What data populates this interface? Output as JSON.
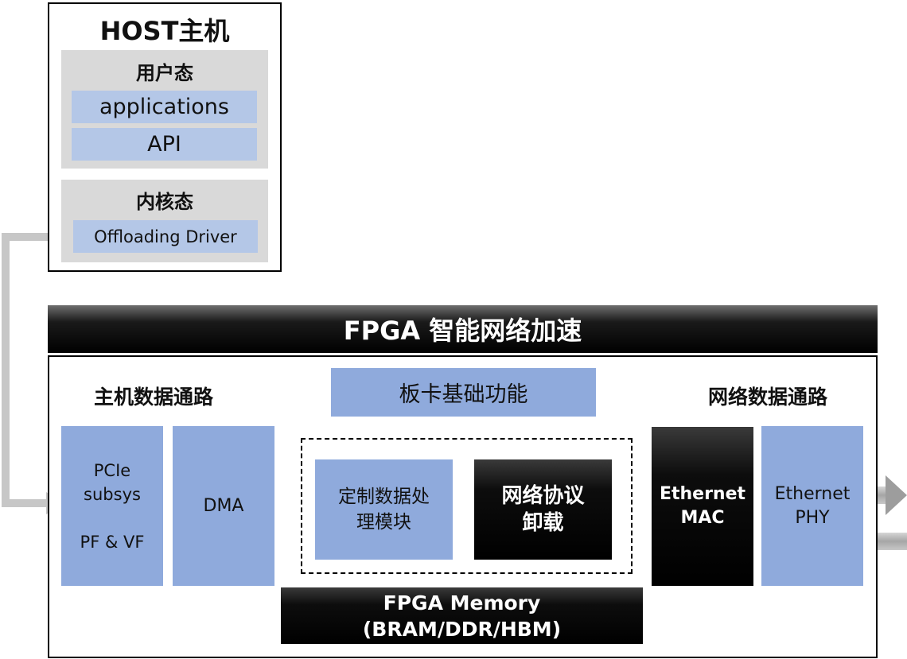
{
  "host": {
    "title": "HOST主机",
    "user_mode": {
      "title": "用户态",
      "items": [
        "applications",
        "API"
      ]
    },
    "kernel_mode": {
      "title": "内核态",
      "items": [
        "Offloading Driver"
      ]
    }
  },
  "fpga": {
    "banner": "FPGA 智能网络加速",
    "host_datapath_label": "主机数据通路",
    "network_datapath_label": "网络数据通路",
    "board_function": "板卡基础功能",
    "pcie": {
      "lines": [
        "PCIe",
        "subsys",
        "PF & VF"
      ]
    },
    "dma": "DMA",
    "custom_module": {
      "lines": [
        "定制数据处",
        "理模块"
      ]
    },
    "protocol_offload": {
      "lines": [
        "网络协议",
        "卸载"
      ]
    },
    "ethernet_mac": {
      "lines": [
        "Ethernet",
        "MAC"
      ]
    },
    "ethernet_phy": {
      "lines": [
        "Ethernet",
        "PHY"
      ]
    },
    "memory": {
      "lines": [
        "FPGA Memory",
        "(BRAM/DDR/HBM)"
      ]
    }
  },
  "colors": {
    "light_blue": "#b4c7e7",
    "block_blue": "#8faadc",
    "panel_gray": "#d9d9d9",
    "arrow_gray": "#bfbfbf"
  }
}
